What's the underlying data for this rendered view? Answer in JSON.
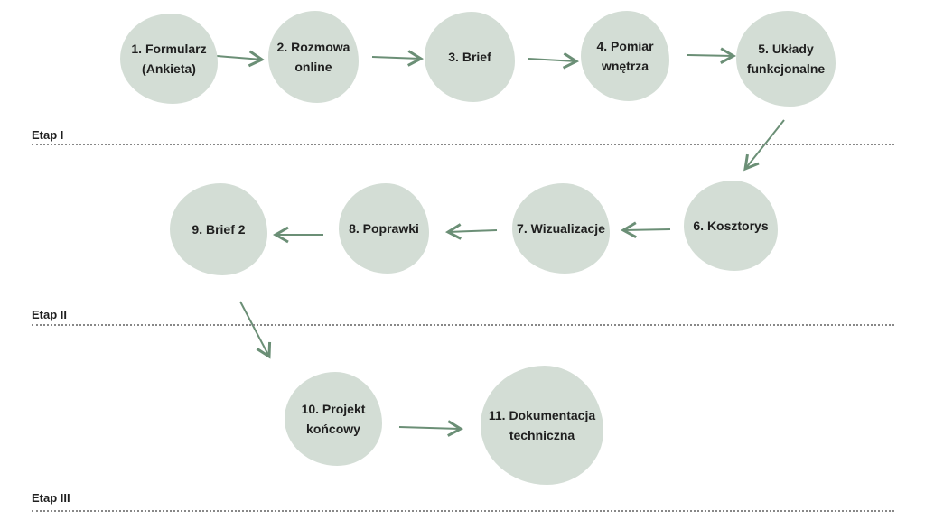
{
  "nodes": [
    {
      "label": "1. Formularz\n(Ankieta)"
    },
    {
      "label": "2. Rozmowa\nonline"
    },
    {
      "label": "3. Brief"
    },
    {
      "label": "4. Pomiar\nwnętrza"
    },
    {
      "label": "5. Układy\nfunkcjonalne"
    },
    {
      "label": "6. Kosztorys"
    },
    {
      "label": "7. Wizualizacje"
    },
    {
      "label": "8. Poprawki"
    },
    {
      "label": "9. Brief 2"
    },
    {
      "label": "10. Projekt\nkońcowy"
    },
    {
      "label": "11. Dokumentacja\ntechniczna"
    }
  ],
  "stages": [
    {
      "label": "Etap I"
    },
    {
      "label": "Etap II"
    },
    {
      "label": "Etap III"
    }
  ],
  "colors": {
    "node": "#d3ddd5",
    "arrow": "#6b8f76",
    "text": "#1f1f1f"
  }
}
